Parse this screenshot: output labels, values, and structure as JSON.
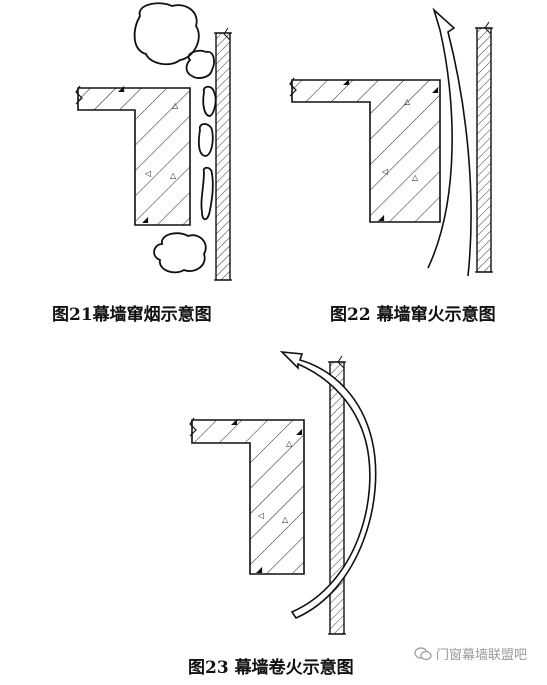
{
  "figures": [
    {
      "id": "fig21",
      "caption": "图21幕墙窜烟示意图"
    },
    {
      "id": "fig22",
      "caption": "图22 幕墙窜火示意图"
    },
    {
      "id": "fig23",
      "caption": "图23 幕墙卷火示意图"
    }
  ],
  "watermark": {
    "text": "门窗幕墙联盟吧",
    "icon": "wechat-icon"
  }
}
